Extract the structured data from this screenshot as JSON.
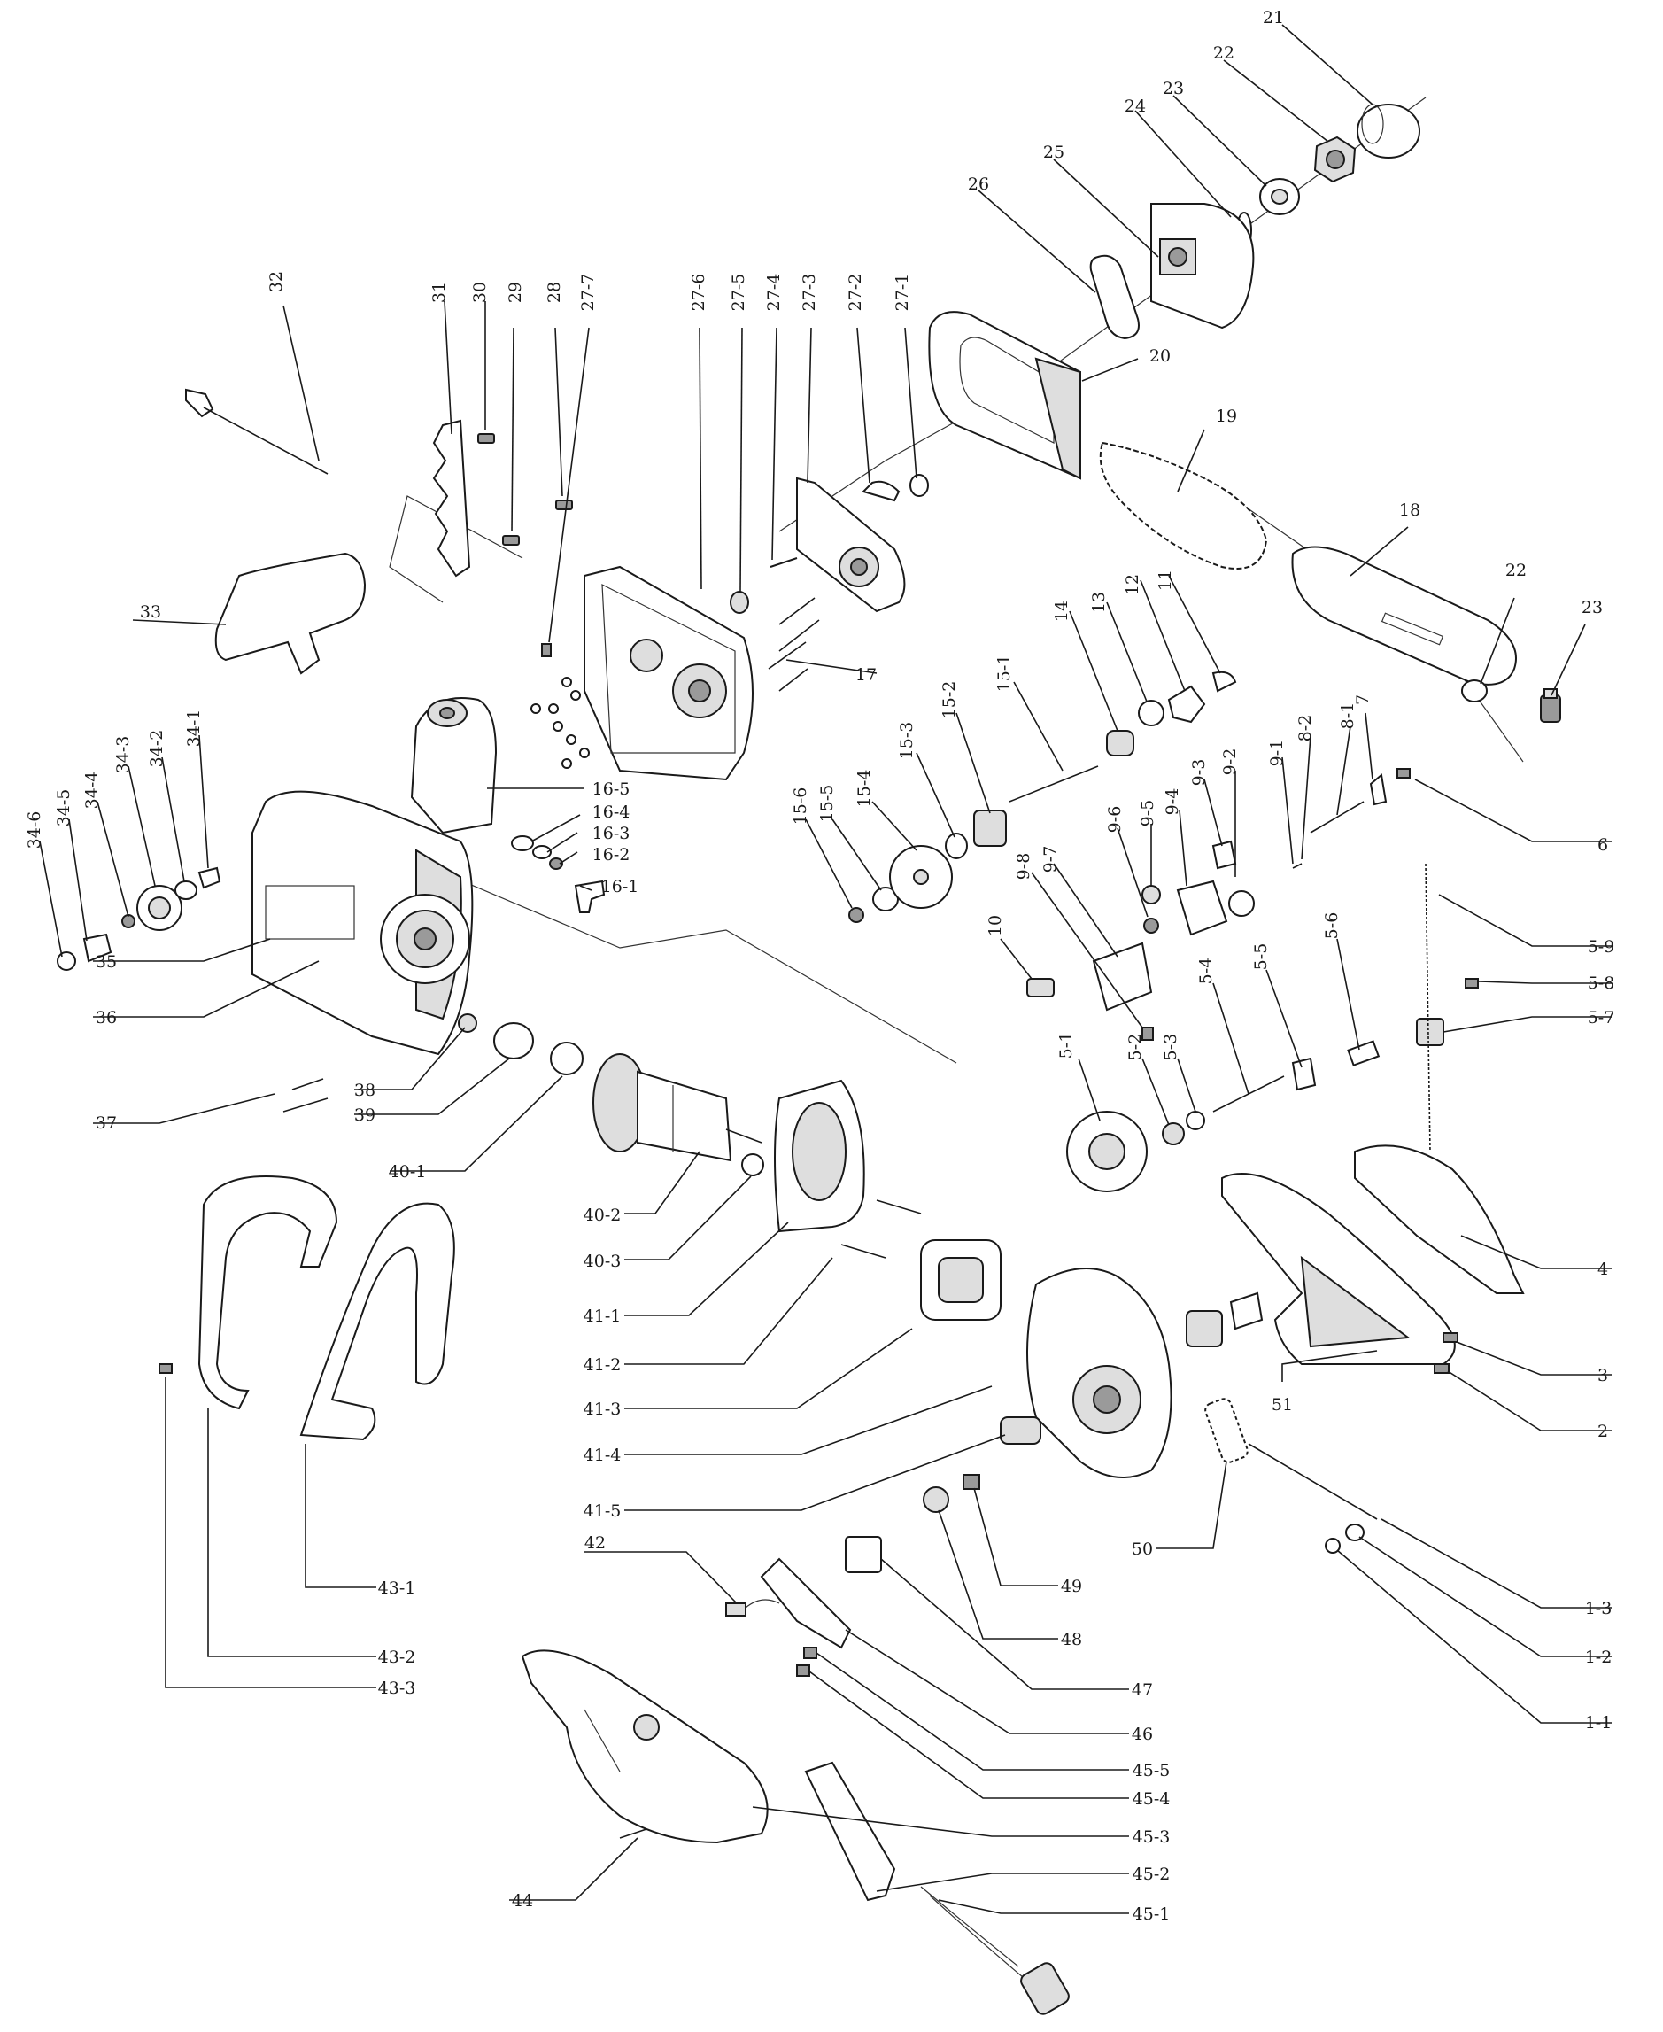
{
  "labels": [
    "21",
    "22",
    "23",
    "24",
    "25",
    "26",
    "32",
    "31",
    "30",
    "29",
    "28",
    "27-7",
    "27-6",
    "27-5",
    "27-4",
    "27-3",
    "27-2",
    "27-1",
    "20",
    "19",
    "18",
    "22",
    "23",
    "17",
    "33",
    "16-5",
    "16-4",
    "16-3",
    "16-2",
    "16-1",
    "15-1",
    "15-2",
    "15-3",
    "15-4",
    "15-5",
    "15-6",
    "14",
    "13",
    "12",
    "11",
    "6",
    "9-1",
    "9-2",
    "9-3",
    "9-4",
    "9-5",
    "9-6",
    "9-7",
    "9-8",
    "8-1",
    "8-2",
    "7",
    "10",
    "34-1",
    "34-2",
    "34-3",
    "34-4",
    "34-5",
    "34-6",
    "35",
    "36",
    "37",
    "38",
    "39",
    "40-1",
    "40-2",
    "40-3",
    "5-1",
    "5-2",
    "5-3",
    "5-4",
    "5-5",
    "5-6",
    "5-7",
    "5-8",
    "5-9",
    "41-1",
    "41-2",
    "41-3",
    "41-4",
    "41-5",
    "4",
    "3",
    "2",
    "51",
    "50",
    "49",
    "48",
    "1-1",
    "1-2",
    "1-3",
    "43-1",
    "43-2",
    "43-3",
    "42",
    "47",
    "46",
    "45-5",
    "45-4",
    "45-3",
    "45-2",
    "45-1",
    "44"
  ]
}
